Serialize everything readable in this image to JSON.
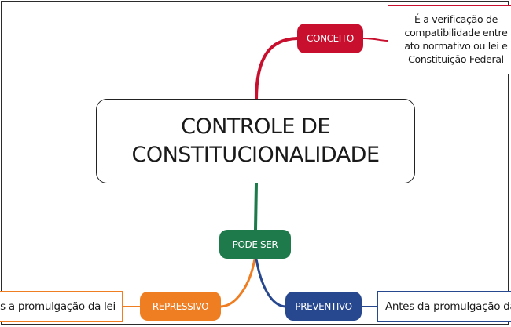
{
  "central": {
    "line1": "CONTROLE DE",
    "line2": "CONSTITUCIONALIDADE"
  },
  "conceito": {
    "label": "CONCEITO",
    "text_lines": [
      "É a verificação de",
      "compatibilidade entre",
      "ato normativo ou lei e",
      "Constituição Federal"
    ],
    "color": "#c8102e"
  },
  "pode_ser": {
    "label": "PODE SER",
    "color": "#1e7a4a"
  },
  "repressivo": {
    "label": "REPRESSIVO",
    "text": "Após a promulgação da lei",
    "color": "#ef7d22"
  },
  "preventivo": {
    "label": "PREVENTIVO",
    "text": "Antes da promulgação da lei",
    "color": "#27478f"
  }
}
